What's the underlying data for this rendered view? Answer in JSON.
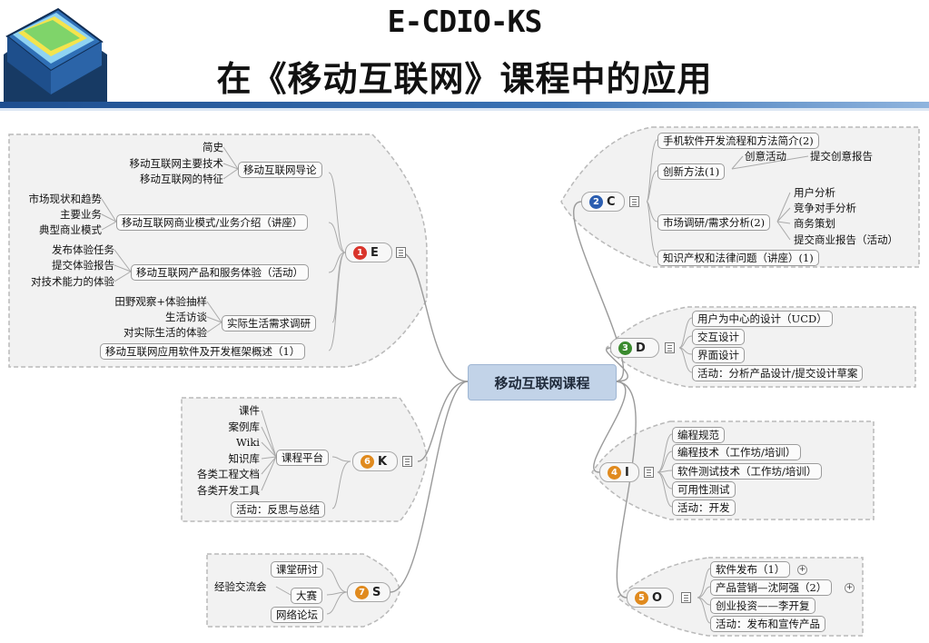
{
  "title_line1": "E-CDIO-KS",
  "title_line2": "在《移动互联网》课程中的应用",
  "center": "移动互联网课程",
  "E": {
    "num": "1",
    "letter": "E",
    "b1": "移动互联网导论",
    "b1_items": [
      "简史",
      "移动互联网主要技术",
      "移动互联网的特征"
    ],
    "b2": "移动互联网商业模式/业务介绍（讲座）",
    "b2_items": [
      "市场现状和趋势",
      "主要业务",
      "典型商业模式"
    ],
    "b3": "移动互联网产品和服务体验（活动）",
    "b3_items": [
      "发布体验任务",
      "提交体验报告",
      "对技术能力的体验"
    ],
    "b4": "实际生活需求调研",
    "b4_items": [
      "田野观察+体验抽样",
      "生活访谈",
      "对实际生活的体验"
    ],
    "b5": "移动互联网应用软件及开发框架概述（1）"
  },
  "C": {
    "num": "2",
    "letter": "C",
    "b1": "手机软件开发流程和方法简介(2)",
    "b2": "创新方法(1)",
    "b2_items": [
      "创意活动",
      "提交创意报告"
    ],
    "b3": "市场调研/需求分析(2)",
    "b3_items": [
      "用户分析",
      "竞争对手分析",
      "商务策划",
      "提交商业报告（活动）"
    ],
    "b4": "知识产权和法律问题（讲座）(1)"
  },
  "D": {
    "num": "3",
    "letter": "D",
    "items": [
      "用户为中心的设计（UCD）",
      "交互设计",
      "界面设计",
      "活动：分析产品设计/提交设计草案"
    ]
  },
  "I": {
    "num": "4",
    "letter": "I",
    "items": [
      "编程规范",
      "编程技术（工作坊/培训）",
      "软件测试技术（工作坊/培训）",
      "可用性测试",
      "活动：开发"
    ]
  },
  "O": {
    "num": "5",
    "letter": "O",
    "items": [
      "软件发布（1）",
      "产品营销—沈阿强（2）",
      "创业投资——李开复",
      "活动：发布和宣传产品"
    ]
  },
  "K": {
    "num": "6",
    "letter": "K",
    "b1": "课程平台",
    "b1_items": [
      "课件",
      "案例库",
      "Wiki",
      "知识库",
      "各类工程文档",
      "各类开发工具"
    ],
    "b2": "活动：反思与总结"
  },
  "S": {
    "num": "7",
    "letter": "S",
    "b1": "课堂研讨",
    "b2": "大赛",
    "b2_label": "经验交流会",
    "b3": "网络论坛"
  },
  "plus_sign": "+",
  "colors": {
    "accent_bar": "#1d4e8f",
    "center_fill": "#c2d3e8",
    "num_red": "#d9342b",
    "num_blue": "#2a5db0",
    "num_green": "#3a8a2e",
    "num_orange": "#e08a1e"
  }
}
